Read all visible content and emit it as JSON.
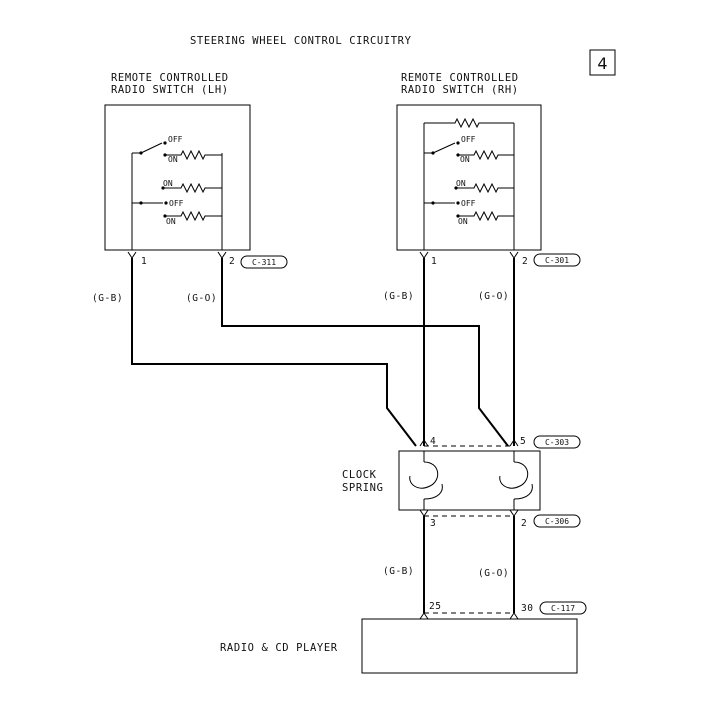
{
  "title": "STEERING WHEEL CONTROL CIRCUITRY",
  "page_number": "4",
  "switch_lh": {
    "label_line1": "REMOTE CONTROLLED",
    "label_line2": "RADIO SWITCH (LH)",
    "pin1": "1",
    "pin2": "2",
    "connector": "C-311",
    "contact_off_1": "OFF",
    "contact_on_1": "ON",
    "contact_on_2": "ON",
    "contact_off_2": "OFF",
    "contact_on_3": "ON"
  },
  "switch_rh": {
    "label_line1": "REMOTE CONTROLLED",
    "label_line2": "RADIO SWITCH (RH)",
    "pin1": "1",
    "pin2": "2",
    "connector": "C-301",
    "contact_off_1": "OFF",
    "contact_on_1": "ON",
    "contact_on_2": "ON",
    "contact_off_2": "OFF",
    "contact_on_3": "ON"
  },
  "wires": {
    "lh_wire1": "(G-B)",
    "lh_wire2": "(G-O)",
    "rh_wire1": "(G-B)",
    "rh_wire2": "(G-O)",
    "lower_wire1": "(G-B)",
    "lower_wire2": "(G-O)"
  },
  "clock_spring": {
    "label_line1": "CLOCK",
    "label_line2": "SPRING",
    "top_pin_left": "4",
    "top_pin_right": "5",
    "top_connector": "C-303",
    "bottom_pin_left": "3",
    "bottom_pin_right": "2",
    "bottom_connector": "C-306"
  },
  "radio": {
    "label": "RADIO & CD PLAYER",
    "pin_left": "25",
    "pin_right": "30",
    "connector": "C-117"
  }
}
